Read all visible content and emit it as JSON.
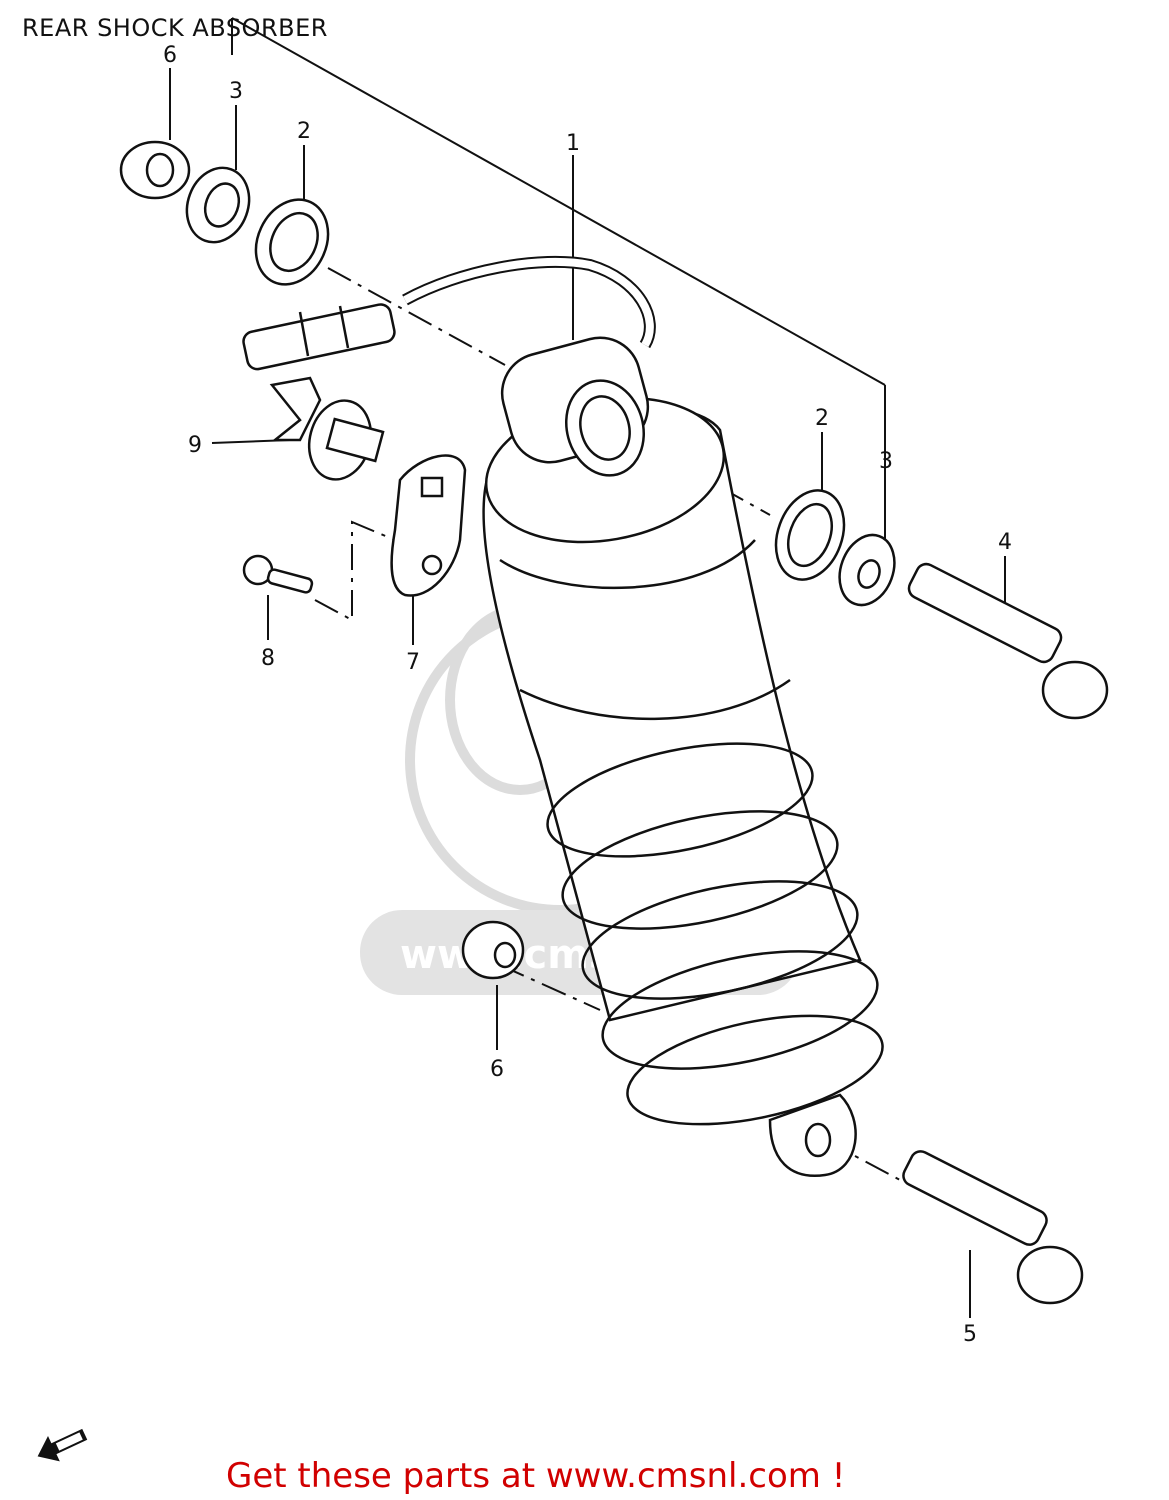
{
  "title": "REAR SHOCK ABSORBER",
  "promo": "Get these parts at www.cmsnl.com !",
  "watermark": "www.cmsnl.com",
  "callouts": {
    "c1": "1",
    "c2a": "2",
    "c2b": "2",
    "c3a": "3",
    "c3b": "3",
    "c4": "4",
    "c5": "5",
    "c6a": "6",
    "c6b": "6",
    "c7": "7",
    "c8": "8",
    "c9": "9"
  },
  "colors": {
    "line": "#111111",
    "promo": "#d10000",
    "watermark": "#d9d9d9"
  }
}
